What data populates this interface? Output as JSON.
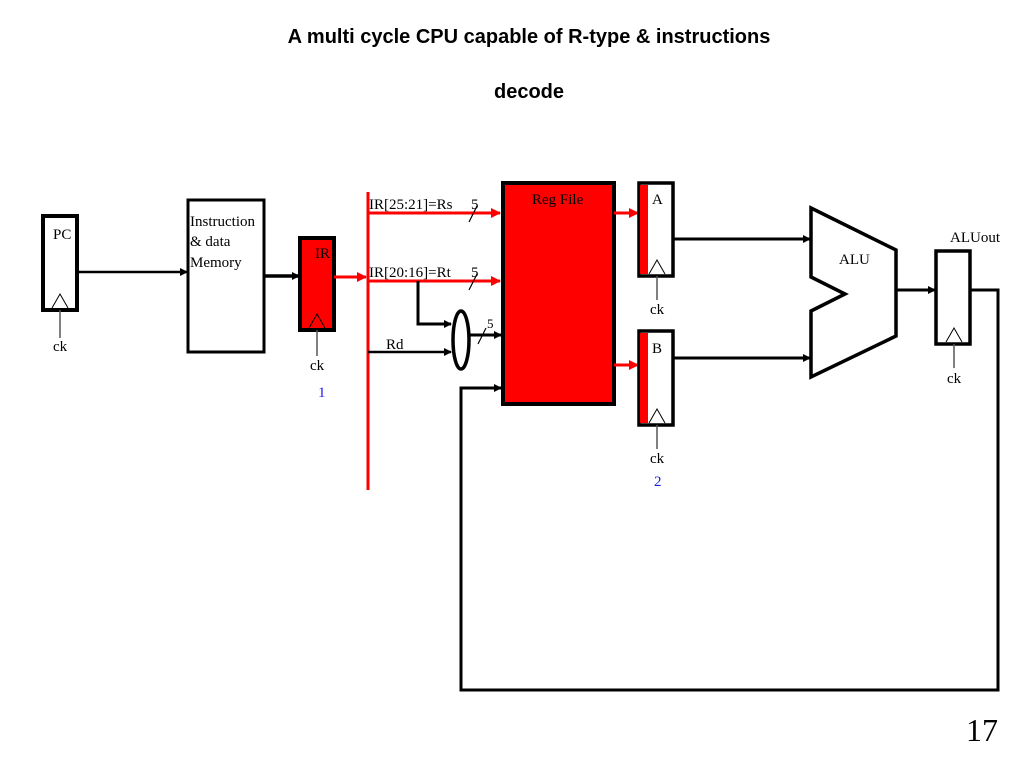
{
  "title": {
    "line1": "A multi cycle CPU capable of R-type & instructions",
    "line2": "decode"
  },
  "colors": {
    "active": "#ff0000",
    "wire": "#000000",
    "step_number": "#1a1ae6"
  },
  "components": {
    "pc": {
      "label": "PC",
      "clock": "ck"
    },
    "memory": {
      "line1": "Instruction",
      "line2": "& data",
      "line3": "Memory"
    },
    "ir": {
      "label": "IR",
      "clock": "ck",
      "step": "1"
    },
    "regfile": {
      "label": "Reg File"
    },
    "reg_a": {
      "label": "A",
      "clock": "ck"
    },
    "reg_b": {
      "label": "B",
      "clock": "ck",
      "step": "2"
    },
    "alu": {
      "label": "ALU"
    },
    "aluout": {
      "label": "ALUout",
      "clock": "ck"
    }
  },
  "signals": {
    "rs": {
      "label": "IR[25:21]=Rs",
      "width": "5"
    },
    "rt": {
      "label": "IR[20:16]=Rt",
      "width": "5"
    },
    "rd": {
      "label": "Rd"
    },
    "mux_out_width": "5"
  },
  "page_number": "17"
}
